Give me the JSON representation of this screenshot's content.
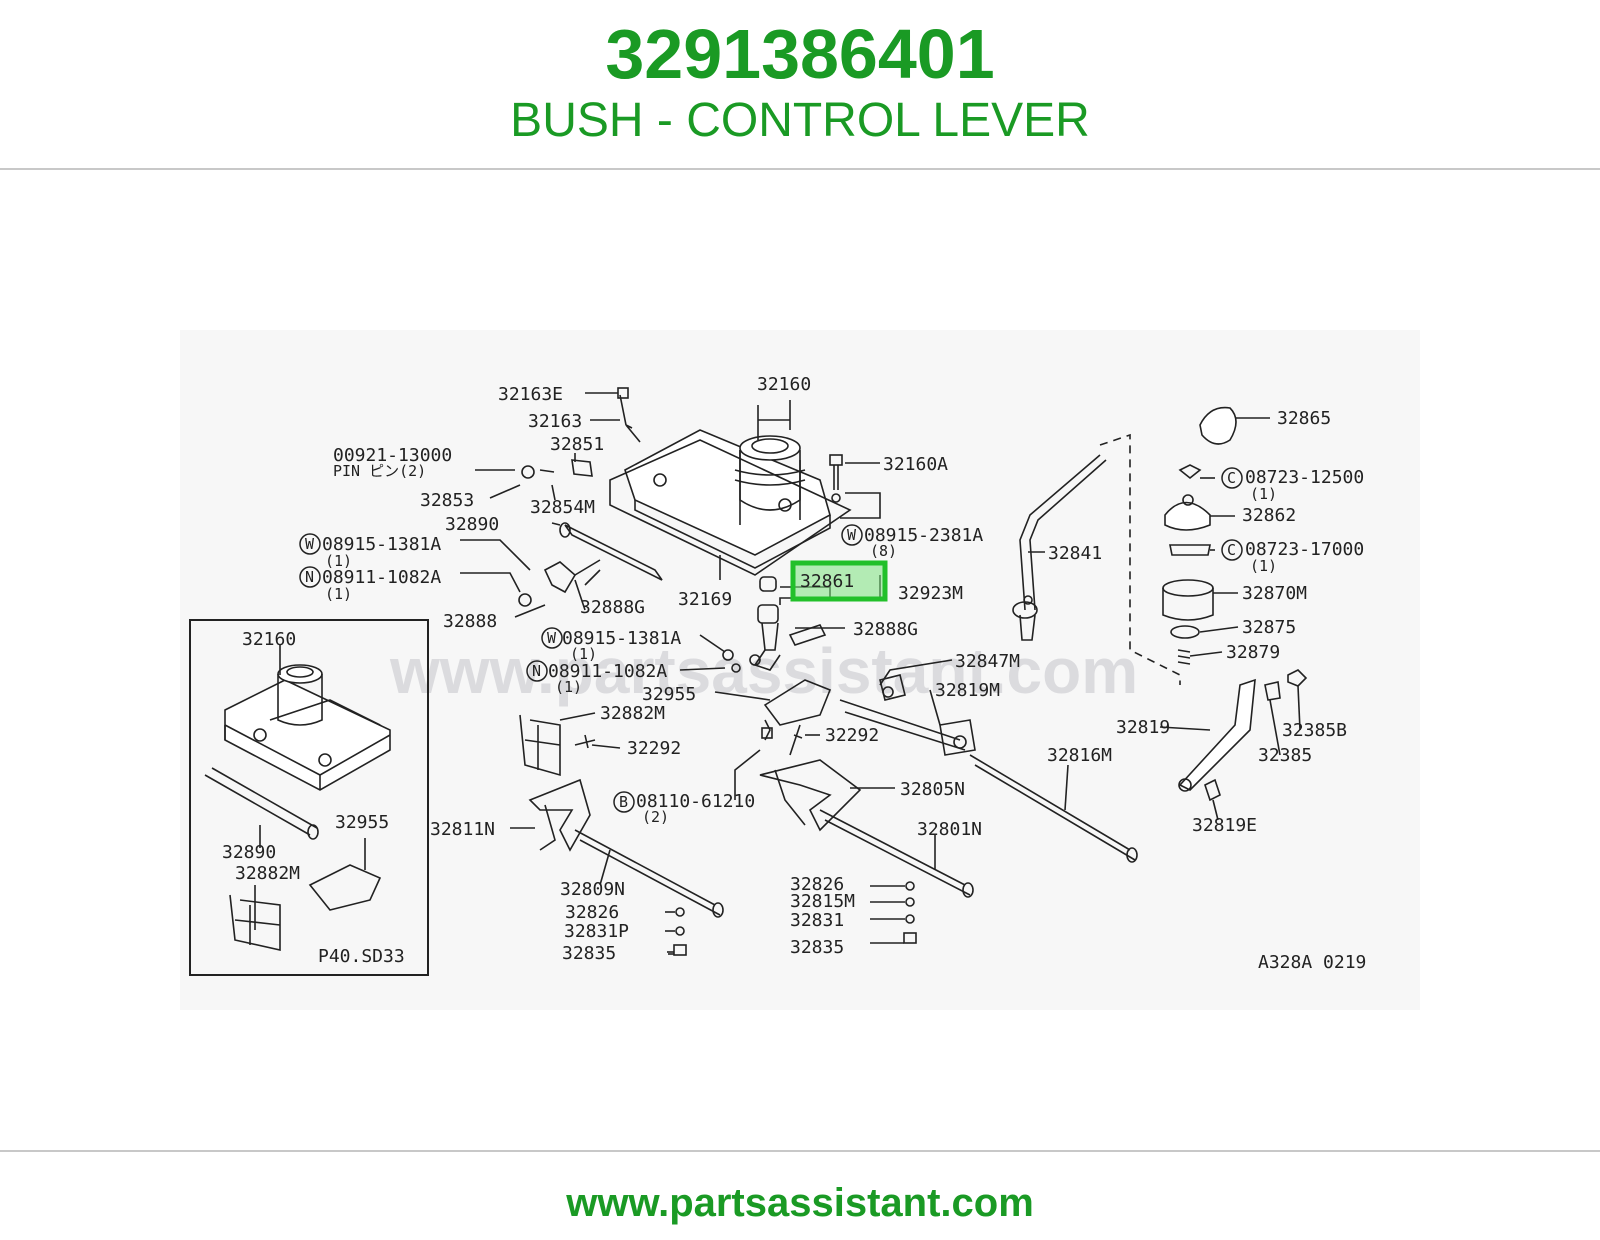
{
  "header": {
    "part_number": "3291386401",
    "part_name": "BUSH - CONTROL LEVER"
  },
  "footer": {
    "url": "www.partsassistant.com"
  },
  "watermark": "www.partsassistant.com",
  "colors": {
    "brand_green": "#1a9a24",
    "highlight": "#22c02a",
    "rule": "#c8c8c8"
  },
  "diagram": {
    "highlighted_part": "32861",
    "code": "A328A 0219",
    "inset_code": "P40.SD33",
    "labels": {
      "l32163E": "32163E",
      "l32160": "32160",
      "l32163": "32163",
      "l32851": "32851",
      "l00921": "00921-13000",
      "lpin": "PIN ピン(2)",
      "l32853": "32853",
      "l32854M": "32854M",
      "l32160A": "32160A",
      "l32890": "32890",
      "lW1": "W",
      "l08915_1381A": "08915-1381A",
      "q1a": "(1)",
      "lN1": "N",
      "l08911_1082A": "08911-1082A",
      "q1b": "(1)",
      "l32888": "32888",
      "l32888G": "32888G",
      "l32169": "32169",
      "lW2": "W",
      "l08915_2381A": "08915-2381A",
      "q8": "(8)",
      "l32861": "32861",
      "l32923M": "32923M",
      "lW3": "W",
      "l08915_1381A_b": "08915-1381A",
      "q1c": "(1)",
      "l32888G_b": "32888G",
      "lN2": "N",
      "l08911_1082A_b": "08911-1082A",
      "q1d": "(1)",
      "l32847M": "32847M",
      "l32955": "32955",
      "l32819M": "32819M",
      "l32882M": "32882M",
      "l32292": "32292",
      "l32292_b": "32292",
      "l32816M": "32816M",
      "lB": "B",
      "l08110_61210": "08110-61210",
      "q2": "(2)",
      "l32805N": "32805N",
      "l32811N": "32811N",
      "l32801N": "32801N",
      "l32809N": "32809N",
      "l32826": "32826",
      "l32826_b": "32826",
      "l32815M": "32815M",
      "l32831P": "32831P",
      "l32831": "32831",
      "l32835": "32835",
      "l32835_b": "32835",
      "l32865": "32865",
      "lC1": "C",
      "l08723_12500": "08723-12500",
      "q1e": "(1)",
      "l32862": "32862",
      "lC2": "C",
      "l08723_17000": "08723-17000",
      "q1f": "(1)",
      "l32841": "32841",
      "l32870M": "32870M",
      "l32875": "32875",
      "l32879": "32879",
      "l32819": "32819",
      "l32385B": "32385B",
      "l32385": "32385",
      "l32819E": "32819E",
      "i32160": "32160",
      "i32955": "32955",
      "i32890": "32890",
      "i32882M": "32882M"
    }
  }
}
